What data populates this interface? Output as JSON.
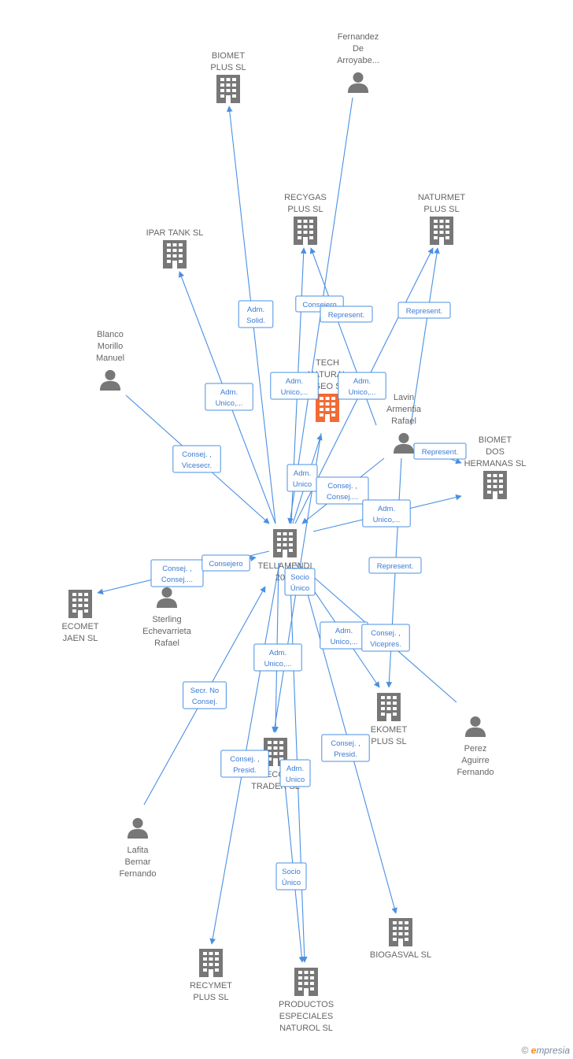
{
  "colors": {
    "edge": "#4a90e2",
    "company": "#777777",
    "person": "#777777",
    "focus": "#f26a35"
  },
  "nodes": [
    {
      "id": "tellamendi",
      "type": "company",
      "lines": [
        "TELLAMENDI",
        "2020"
      ]
    },
    {
      "id": "tech",
      "type": "company",
      "focus": true,
      "lines": [
        "TECH",
        "NATURAL",
        "GEO S"
      ]
    },
    {
      "id": "biomet_plus",
      "type": "company",
      "lines": [
        "BIOMET",
        "PLUS SL"
      ]
    },
    {
      "id": "fernandez",
      "type": "person",
      "lines": [
        "Fernandez",
        "De",
        "Arroyabe..."
      ]
    },
    {
      "id": "recygas",
      "type": "company",
      "lines": [
        "RECYGAS",
        "PLUS SL"
      ]
    },
    {
      "id": "naturmet",
      "type": "company",
      "lines": [
        "NATURMET",
        "PLUS SL"
      ]
    },
    {
      "id": "ipar",
      "type": "company",
      "lines": [
        "IPAR TANK SL"
      ]
    },
    {
      "id": "blanco",
      "type": "person",
      "lines": [
        "Blanco",
        "Morillo",
        "Manuel"
      ]
    },
    {
      "id": "lavin",
      "type": "person",
      "lines": [
        "Lavin",
        "Armentia",
        "Rafael"
      ]
    },
    {
      "id": "biomet_dos",
      "type": "company",
      "lines": [
        "BIOMET",
        "DOS",
        "HERMANAS SL"
      ]
    },
    {
      "id": "ecomet",
      "type": "company",
      "lines": [
        "ECOMET",
        "JAEN SL"
      ]
    },
    {
      "id": "sterling",
      "type": "person",
      "lines": [
        "Sterling",
        "Echevarrieta",
        "Rafael"
      ]
    },
    {
      "id": "ekomet",
      "type": "company",
      "lines": [
        "EKOMET",
        "PLUS SL"
      ]
    },
    {
      "id": "perez",
      "type": "person",
      "lines": [
        "Perez",
        "Aguirre",
        "Fernando"
      ]
    },
    {
      "id": "eco_trader",
      "type": "company",
      "lines": [
        "ECO",
        "TRADER SL"
      ]
    },
    {
      "id": "lafita",
      "type": "person",
      "lines": [
        "Lafita",
        "Bernar",
        "Fernando"
      ]
    },
    {
      "id": "recymet",
      "type": "company",
      "lines": [
        "RECYMET",
        "PLUS SL"
      ]
    },
    {
      "id": "productos",
      "type": "company",
      "lines": [
        "PRODUCTOS",
        "ESPECIALES",
        "NATUROL SL"
      ]
    },
    {
      "id": "biogasval",
      "type": "company",
      "lines": [
        "BIOGASVAL SL"
      ]
    }
  ],
  "edges": [
    {
      "from": "tellamendi",
      "to": "biomet_plus",
      "label": [
        "Adm.",
        "Solid."
      ]
    },
    {
      "from": "fernandez",
      "to": "tellamendi",
      "label": [
        "Consejero"
      ]
    },
    {
      "from": "tellamendi",
      "to": "recygas",
      "label": [
        "Adm.",
        "Unico,..."
      ]
    },
    {
      "from": "lavin",
      "to": "recygas",
      "label": [
        "Represent."
      ]
    },
    {
      "from": "tellamendi",
      "to": "naturmet",
      "label": [
        "Adm.",
        "Unico,..."
      ]
    },
    {
      "from": "lavin",
      "to": "naturmet",
      "label": [
        "Represent."
      ]
    },
    {
      "from": "tellamendi",
      "to": "ipar",
      "label": [
        "Adm.",
        "Unico,..."
      ]
    },
    {
      "from": "blanco",
      "to": "tellamendi",
      "label": [
        "Consej. ,",
        "Vicesecr."
      ]
    },
    {
      "from": "tellamendi",
      "to": "tech",
      "label": [
        "Adm.",
        "Unico"
      ]
    },
    {
      "from": "lavin",
      "to": "tellamendi",
      "label": [
        "Consej. ,",
        "Consej...."
      ]
    },
    {
      "from": "lavin",
      "to": "biomet_dos",
      "label": [
        "Represent."
      ]
    },
    {
      "from": "tellamendi",
      "to": "biomet_dos",
      "label": [
        "Adm.",
        "Unico,..."
      ]
    },
    {
      "from": "lavin",
      "to": "ekomet",
      "label": [
        "Represent."
      ]
    },
    {
      "from": "tellamendi",
      "to": "ecomet",
      "label": [
        "Consej. ,",
        "Consej...."
      ]
    },
    {
      "from": "sterling",
      "to": "tellamendi",
      "label": [
        "Consejero"
      ]
    },
    {
      "from": "tellamendi",
      "to": "eco_trader",
      "label": [
        "Socio",
        "Único"
      ]
    },
    {
      "from": "tellamendi",
      "to": "ekomet",
      "label": [
        "Adm.",
        "Unico,..."
      ]
    },
    {
      "from": "perez",
      "to": "tellamendi",
      "label": [
        "Consej. ,",
        "Vicepres."
      ]
    },
    {
      "from": "tellamendi",
      "to": "eco_trader",
      "label": [
        "Adm.",
        "Unico,..."
      ]
    },
    {
      "from": "lafita",
      "to": "tellamendi",
      "label": [
        "Secr. No",
        "Consej."
      ]
    },
    {
      "from": "tellamendi",
      "to": "recymet",
      "label": [
        "Consej. ,",
        "Presid."
      ]
    },
    {
      "from": "tellamendi",
      "to": "productos",
      "label": [
        "Adm.",
        "Unico"
      ]
    },
    {
      "from": "tellamendi",
      "to": "biogasval",
      "label": [
        "Consej. ,",
        "Presid."
      ]
    },
    {
      "from": "eco_trader",
      "to": "productos",
      "label": [
        "Socio",
        "Único"
      ]
    }
  ],
  "footer": {
    "copyright": "©",
    "brand_e": "e",
    "brand_rest": "mpresia"
  }
}
